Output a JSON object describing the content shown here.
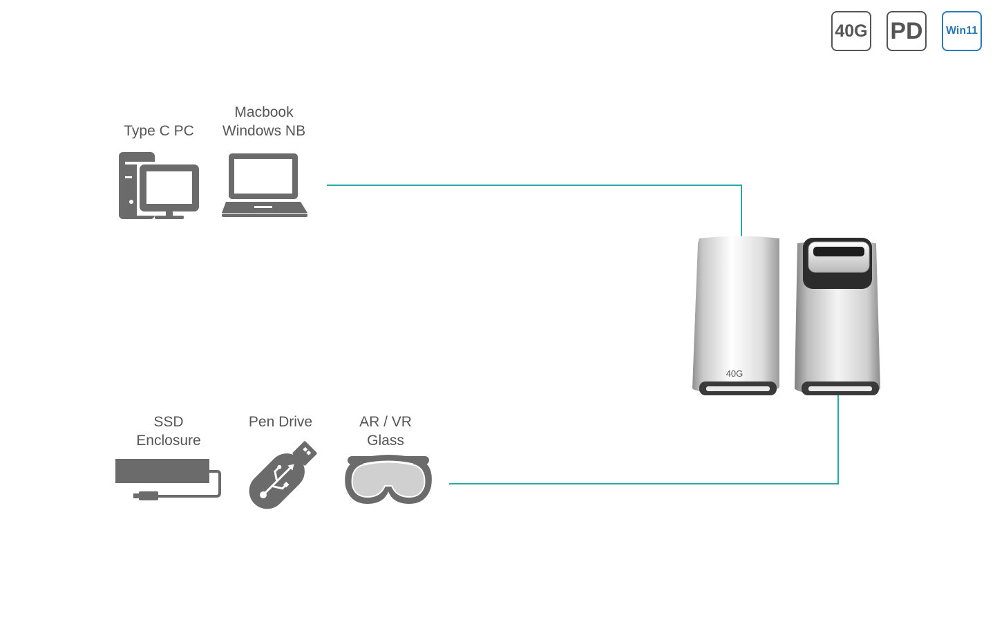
{
  "badges": [
    {
      "label": "40G",
      "color": "#555555"
    },
    {
      "label": "PD",
      "color": "#555555"
    },
    {
      "label": "Win11",
      "color": "#2a7ab8"
    }
  ],
  "hosts": [
    {
      "lines": [
        "Type C PC"
      ],
      "icon": "desktop-pc-icon"
    },
    {
      "lines": [
        "Macbook",
        "Windows NB"
      ],
      "icon": "laptop-icon"
    }
  ],
  "devices": [
    {
      "lines": [
        "SSD",
        "Enclosure"
      ],
      "icon": "ssd-enclosure-icon"
    },
    {
      "lines": [
        "Pen Drive"
      ],
      "icon": "usb-drive-icon"
    },
    {
      "lines": [
        "AR / VR",
        "Glass"
      ],
      "icon": "vr-headset-icon"
    }
  ],
  "adapter": {
    "engraving": "40G"
  },
  "colors": {
    "line": "#2aa8a5",
    "icon": "#6b6b6b",
    "text": "#555555"
  }
}
